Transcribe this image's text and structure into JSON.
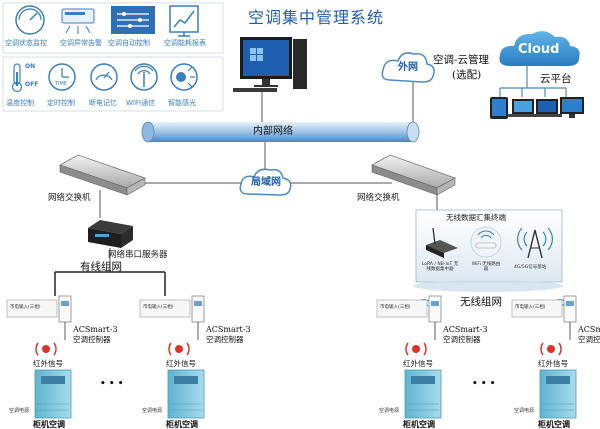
{
  "title": "空调集中管理系统",
  "features_top": [
    "空调状态监控",
    "空调异常告警",
    "空调自动控制",
    "空调能耗报表"
  ],
  "features_bottom": [
    "温度控制",
    "定时控制",
    "断电记忆",
    "WIFI通信",
    "智能感光"
  ],
  "icon_text": {
    "on": "ON",
    "off": "OFF",
    "time": "TIME"
  },
  "cloud": {
    "extranet": "外网",
    "cloud_label": "Cloud",
    "cloud_mgmt": "空调-云管理",
    "optional": "(选配)",
    "platform": "云平台"
  },
  "network": {
    "intranet": "内部网络",
    "lan": "局域网",
    "switch_left": "网络交换机",
    "switch_right": "网络交换机",
    "serial_server": "网络串口服务器",
    "wired_group": "有线组网",
    "wireless_group": "无线组网"
  },
  "wireless_terminal": {
    "title": "无线数据汇集终端",
    "items": [
      "LoRA / NB-IoT 无线数据集中器",
      "WiFi 无线路由器",
      "4G/5G信号基站"
    ]
  },
  "units": {
    "model": "ACSmart-3",
    "controller": "空调控制器",
    "ir_signal": "红外信号",
    "cabinet_ac": "柜机空调",
    "power_label": "空调电源",
    "input_label": "市电输入(三相)",
    "ellipsis": "• • •"
  },
  "colors": {
    "accent_blue": "#1f5fb0",
    "icon_blue": "#3a7fc1",
    "cloud_blue": "#3a9ad9",
    "ac_cabinet": "#7fc6dc",
    "ir_red": "#e0322b"
  }
}
